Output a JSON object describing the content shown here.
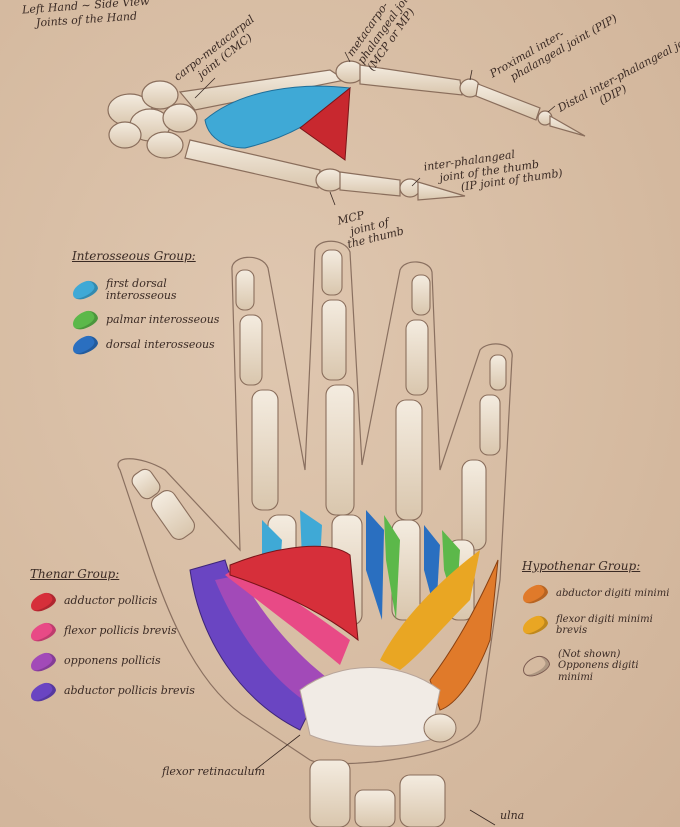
{
  "header": {
    "title_line1": "Left Hand ~ Side View",
    "title_line2": "Joints of the Hand"
  },
  "side_view_labels": {
    "cmc": [
      "carpo-metacarpal",
      "joint (CMC)"
    ],
    "mcp": [
      "metacarpo-",
      "phalangeal joint",
      "(MCP or MP)"
    ],
    "pip": [
      "Proximal inter-",
      "phalangeal joint (PIP)"
    ],
    "dip": [
      "Distal inter-phalangeal joint",
      "(DIP)"
    ],
    "ip_thumb": [
      "inter-phalangeal",
      "joint of the thumb",
      "(IP joint of thumb)"
    ],
    "mcp_thumb": [
      "MCP",
      "joint of",
      "the thumb"
    ]
  },
  "interosseous": {
    "title": "Interosseous Group:",
    "items": [
      {
        "label": "first dorsal interosseous",
        "color": "#3fa9d6"
      },
      {
        "label": "palmar interosseous",
        "color": "#5cb84a"
      },
      {
        "label": "dorsal interosseous",
        "color": "#2a6fc0"
      }
    ]
  },
  "thenar": {
    "title": "Thenar Group:",
    "items": [
      {
        "label": "adductor pollicis",
        "color": "#d62f3a"
      },
      {
        "label": "flexor pollicis brevis",
        "color": "#e84a86"
      },
      {
        "label": "opponens pollicis",
        "color": "#a24ab8"
      },
      {
        "label": "abductor pollicis brevis",
        "color": "#6a45c2"
      }
    ]
  },
  "hypothenar": {
    "title": "Hypothenar Group:",
    "items": [
      {
        "label": "abductor digiti minimi",
        "color": "#e07a2a"
      },
      {
        "label": "flexor digiti minimi brevis",
        "color": "#e9a623"
      },
      {
        "label": "(Not shown) Opponens digiti minimi",
        "color": ""
      }
    ]
  },
  "bottom_labels": {
    "flexor_retinaculum": "flexor retinaculum",
    "ulna": "ulna"
  }
}
